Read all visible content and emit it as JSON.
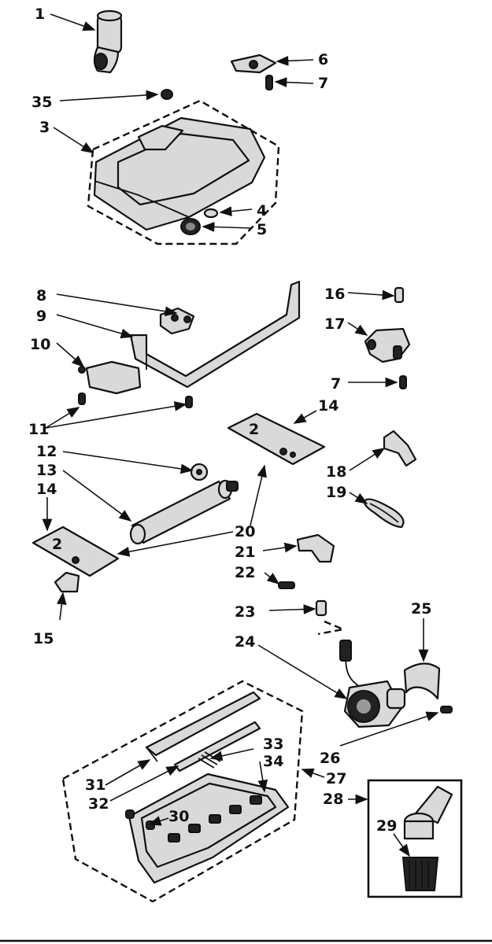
{
  "callouts": [
    {
      "id": "c1",
      "text": "1"
    },
    {
      "id": "c35",
      "text": "35"
    },
    {
      "id": "c3",
      "text": "3"
    },
    {
      "id": "c6",
      "text": "6"
    },
    {
      "id": "c7a",
      "text": "7"
    },
    {
      "id": "c4",
      "text": "4"
    },
    {
      "id": "c5",
      "text": "5"
    },
    {
      "id": "c8",
      "text": "8"
    },
    {
      "id": "c9",
      "text": "9"
    },
    {
      "id": "c10",
      "text": "10"
    },
    {
      "id": "c11",
      "text": "11"
    },
    {
      "id": "c16",
      "text": "16"
    },
    {
      "id": "c17",
      "text": "17"
    },
    {
      "id": "c7b",
      "text": "7"
    },
    {
      "id": "c14a",
      "text": "14"
    },
    {
      "id": "c12",
      "text": "12"
    },
    {
      "id": "c13",
      "text": "13"
    },
    {
      "id": "c14b",
      "text": "14"
    },
    {
      "id": "c18",
      "text": "18"
    },
    {
      "id": "c19",
      "text": "19"
    },
    {
      "id": "c20",
      "text": "20"
    },
    {
      "id": "c21",
      "text": "21"
    },
    {
      "id": "c22",
      "text": "22"
    },
    {
      "id": "c15",
      "text": "15"
    },
    {
      "id": "c23",
      "text": "23"
    },
    {
      "id": "c25",
      "text": "25"
    },
    {
      "id": "c24",
      "text": "24"
    },
    {
      "id": "c26",
      "text": "26"
    },
    {
      "id": "c33",
      "text": "33"
    },
    {
      "id": "c34",
      "text": "34"
    },
    {
      "id": "c27",
      "text": "27"
    },
    {
      "id": "c28",
      "text": "28"
    },
    {
      "id": "c31",
      "text": "31"
    },
    {
      "id": "c32",
      "text": "32"
    },
    {
      "id": "c30",
      "text": "30"
    },
    {
      "id": "c29",
      "text": "29"
    },
    {
      "id": "plate_a",
      "text": "2"
    },
    {
      "id": "plate_b",
      "text": "2"
    }
  ]
}
